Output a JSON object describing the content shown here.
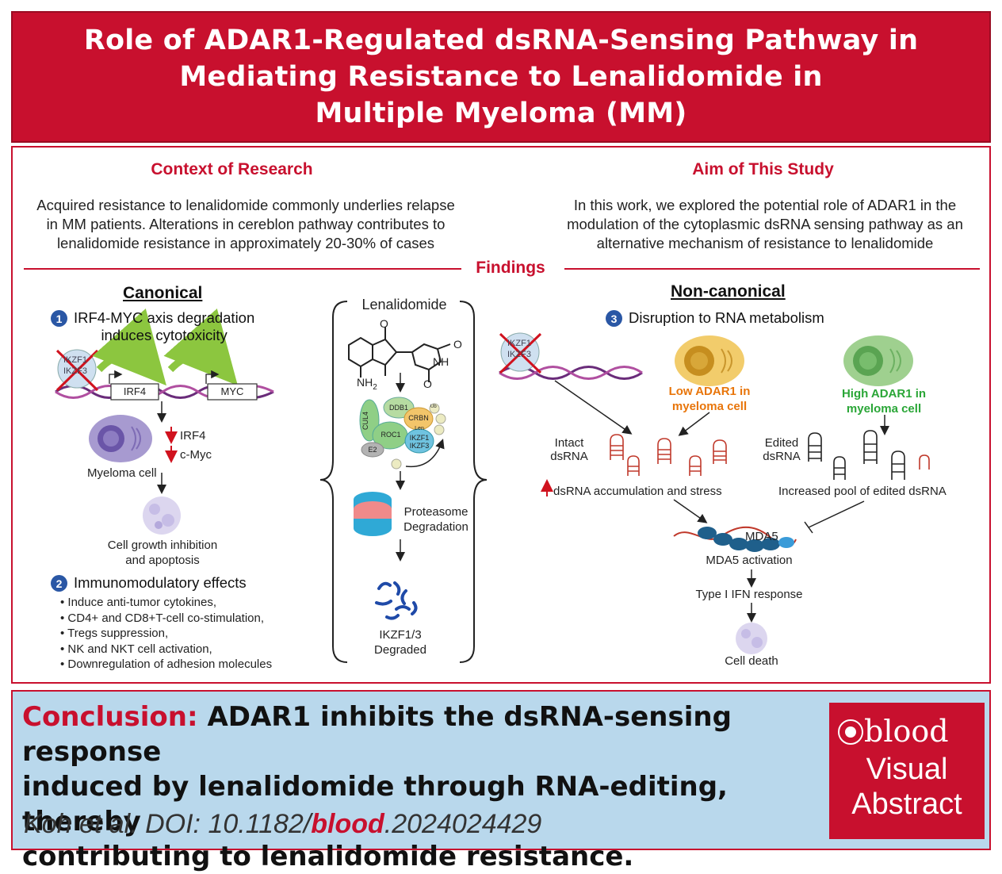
{
  "title": {
    "line1": "Role of ADAR1-Regulated dsRNA-Sensing Pathway in",
    "line2": "Mediating Resistance to Lenalidomide in",
    "line3": "Multiple Myeloma (MM)"
  },
  "context": {
    "heading": "Context of Research",
    "lines": [
      "Acquired resistance to lenalidomide commonly underlies relapse",
      "in MM patients. Alterations in cereblon pathway contributes to",
      "lenalidomide resistance in approximately 20-30% of cases"
    ]
  },
  "aim": {
    "heading": "Aim of This Study",
    "lines": [
      "In this work, we explored the potential role of ADAR1 in the",
      "modulation of the cytoplasmic dsRNA sensing pathway as an",
      "alternative mechanism of resistance to lenalidomide"
    ]
  },
  "findings": {
    "heading": "Findings",
    "canonical": {
      "heading": "Canonical",
      "step1_num": "1",
      "step1_line1": "IRF4-MYC axis degradation",
      "step1_line2": "induces cytotoxicity",
      "ikzf1": "IKZF1",
      "ikzf3": "IKZF3",
      "irf4_box": "IRF4",
      "myc_box": "MYC",
      "down_irf4": "IRF4",
      "down_cmyc": "c-Myc",
      "myeloma_cell": "Myeloma cell",
      "outcome_line1": "Cell growth inhibition",
      "outcome_line2": "and apoptosis",
      "step2_num": "2",
      "step2_label": "Immunomodulatory effects",
      "bullets": [
        "Induce anti-tumor cytokines,",
        "CD4+ and CD8+T-cell co-stimulation,",
        "Tregs suppression,",
        "NK and NKT cell activation,",
        "Downregulation of adhesion molecules"
      ]
    },
    "center": {
      "drug": "Lenalidomide",
      "nh2": "NH",
      "nh2_sub": "2",
      "nh": "NH",
      "o": "O",
      "complex": [
        "DDB1",
        "CUL4",
        "CRBN",
        "ROC1",
        "Len",
        "IKZF1",
        "IKZF3",
        "E2",
        "Ub"
      ],
      "proteasome_line1": "Proteasome",
      "proteasome_line2": "Degradation",
      "degraded_line1": "IKZF1/3",
      "degraded_line2": "Degraded"
    },
    "noncanonical": {
      "heading": "Non-canonical",
      "step3_num": "3",
      "step3_label": "Disruption to RNA metabolism",
      "ikzf1": "IKZF1",
      "ikzf3": "IKZF3",
      "low_line1": "Low ADAR1 in",
      "low_line2": "myeloma cell",
      "high_line1": "High ADAR1 in",
      "high_line2": "myeloma cell",
      "intact_line1": "Intact",
      "intact_line2": "dsRNA",
      "edited_line1": "Edited",
      "edited_line2": "dsRNA",
      "accumulation": "dsRNA accumulation and stress",
      "edited_pool": "Increased pool of edited dsRNA",
      "mda5": "MDA5",
      "mda5_activation": "MDA5 activation",
      "ifn": "Type I IFN response",
      "death": "Cell death"
    }
  },
  "conclusion": {
    "label": "Conclusion:",
    "line1": "ADAR1 inhibits the dsRNA-sensing response",
    "line2": "induced by lenalidomide through RNA-editing, thereby",
    "line3": "contributing to lenalidomide resistance.",
    "cite_prefix": "Koh et al. DOI: 10.1182/",
    "cite_journal": "blood",
    "cite_suffix": ".2024024429"
  },
  "logo": {
    "brand": "blood",
    "line1": "Visual",
    "line2": "Abstract"
  },
  "colors": {
    "red": "#c8102e",
    "blue_badge": "#2a57a5",
    "low_adar_orange": "#e8750a",
    "high_adar_green": "#2aa637",
    "conclusion_bg": "#b9d8ec"
  }
}
